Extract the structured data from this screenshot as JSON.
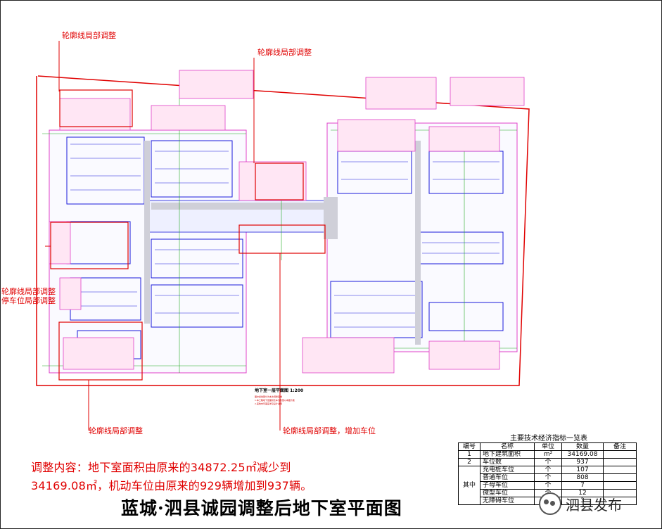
{
  "callouts": {
    "c1": "轮廓线局部调整",
    "c2": "轮廓线局部调整",
    "c3a": "轮廓线局部调整",
    "c3b": "停车位局部调整",
    "c4": "轮廓线局部调整",
    "c5": "轮廓线局部调整，增加车位"
  },
  "plan": {
    "caption": "地下室一层平面图  1:200",
    "notes": [
      "图中斜线部分为本次调整区域",
      "1.本工程地下室面积及车位数量以本图为准",
      "2.其他未尽事宜详见设计说明"
    ]
  },
  "adjustment": {
    "line1": "调整内容：地下室面积由原来的34872.25㎡减少到",
    "line2": "34169.08㎡，机动车位由原来的929辆增加到937辆。"
  },
  "title": "蓝城·泗县诚园调整后地下室平面图",
  "table": {
    "title": "主要技术经济指标一览表",
    "headers": [
      "编号",
      "名称",
      "单位",
      "数量",
      "备注"
    ],
    "group_label": "其中",
    "rows": [
      {
        "no": "1",
        "name": "地下建筑面积",
        "unit": "m²",
        "qty": "34169.08",
        "note": ""
      },
      {
        "no": "2",
        "name": "车位数",
        "unit": "个",
        "qty": "937",
        "note": ""
      }
    ],
    "sub_rows": [
      {
        "name": "充电桩车位",
        "unit": "个",
        "qty": "107"
      },
      {
        "name": "普通车位",
        "unit": "个",
        "qty": "808"
      },
      {
        "name": "子母车位",
        "unit": "个",
        "qty": "7"
      },
      {
        "name": "微型车位",
        "unit": "个",
        "qty": "12"
      },
      {
        "name": "无障碍车位",
        "unit": "个",
        "qty": "3"
      }
    ]
  },
  "watermark": "泗县发布",
  "colors": {
    "red": "#e00000",
    "parking": "#1a1adb",
    "outline": "#e040c8",
    "green": "#22aa22",
    "grey": "#8a8a8a"
  }
}
